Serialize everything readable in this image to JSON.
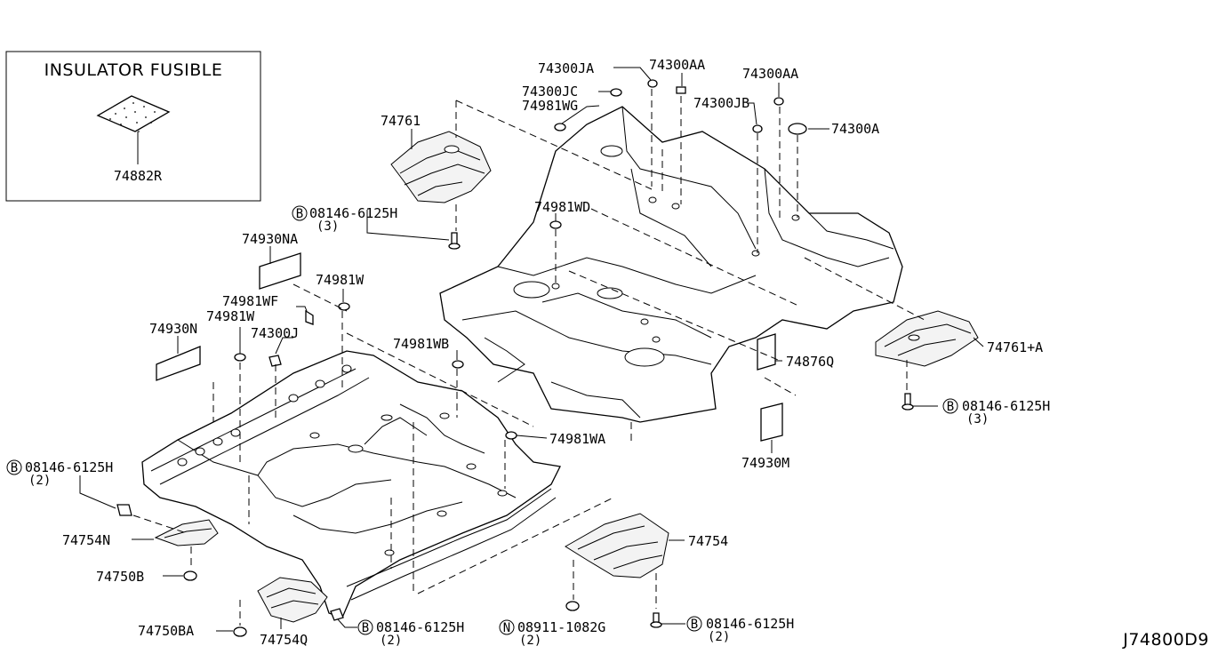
{
  "inset": {
    "title": "INSULATOR FUSIBLE",
    "part": "74882R"
  },
  "labels": {
    "p74300JA": "74300JA",
    "p74300AA_1": "74300AA",
    "p74300AA_2": "74300AA",
    "p74300JC": "74300JC",
    "p74981WG": "74981WG",
    "p74300JB": "74300JB",
    "p74300A": "74300A",
    "p74761": "74761",
    "p74981WD": "74981WD",
    "p74930NA": "74930NA",
    "p74981W_1": "74981W",
    "p74981WF": "74981WF",
    "p74981W_2": "74981W",
    "p74930N": "74930N",
    "p74300J": "74300J",
    "p74981WB": "74981WB",
    "p74876Q": "74876Q",
    "p74761A": "74761+A",
    "p74981WA": "74981WA",
    "p74930M": "74930M",
    "p74754": "74754",
    "p74754N": "74754N",
    "p74750B": "74750B",
    "p74750BA": "74750BA",
    "p74754Q": "74754Q"
  },
  "callouts": {
    "b1": {
      "symbol": "B",
      "part": "08146-6125H",
      "qty": "(3)"
    },
    "b2": {
      "symbol": "B",
      "part": "08146-6125H",
      "qty": "(3)"
    },
    "b3": {
      "symbol": "B",
      "part": "08146-6125H",
      "qty": "(2)"
    },
    "b4": {
      "symbol": "B",
      "part": "08146-6125H",
      "qty": "(2)"
    },
    "n1": {
      "symbol": "N",
      "part": "08911-1082G",
      "qty": "(2)"
    },
    "b5": {
      "symbol": "B",
      "part": "08146-6125H",
      "qty": "(2)"
    }
  },
  "diagram_id": "J74800D9"
}
